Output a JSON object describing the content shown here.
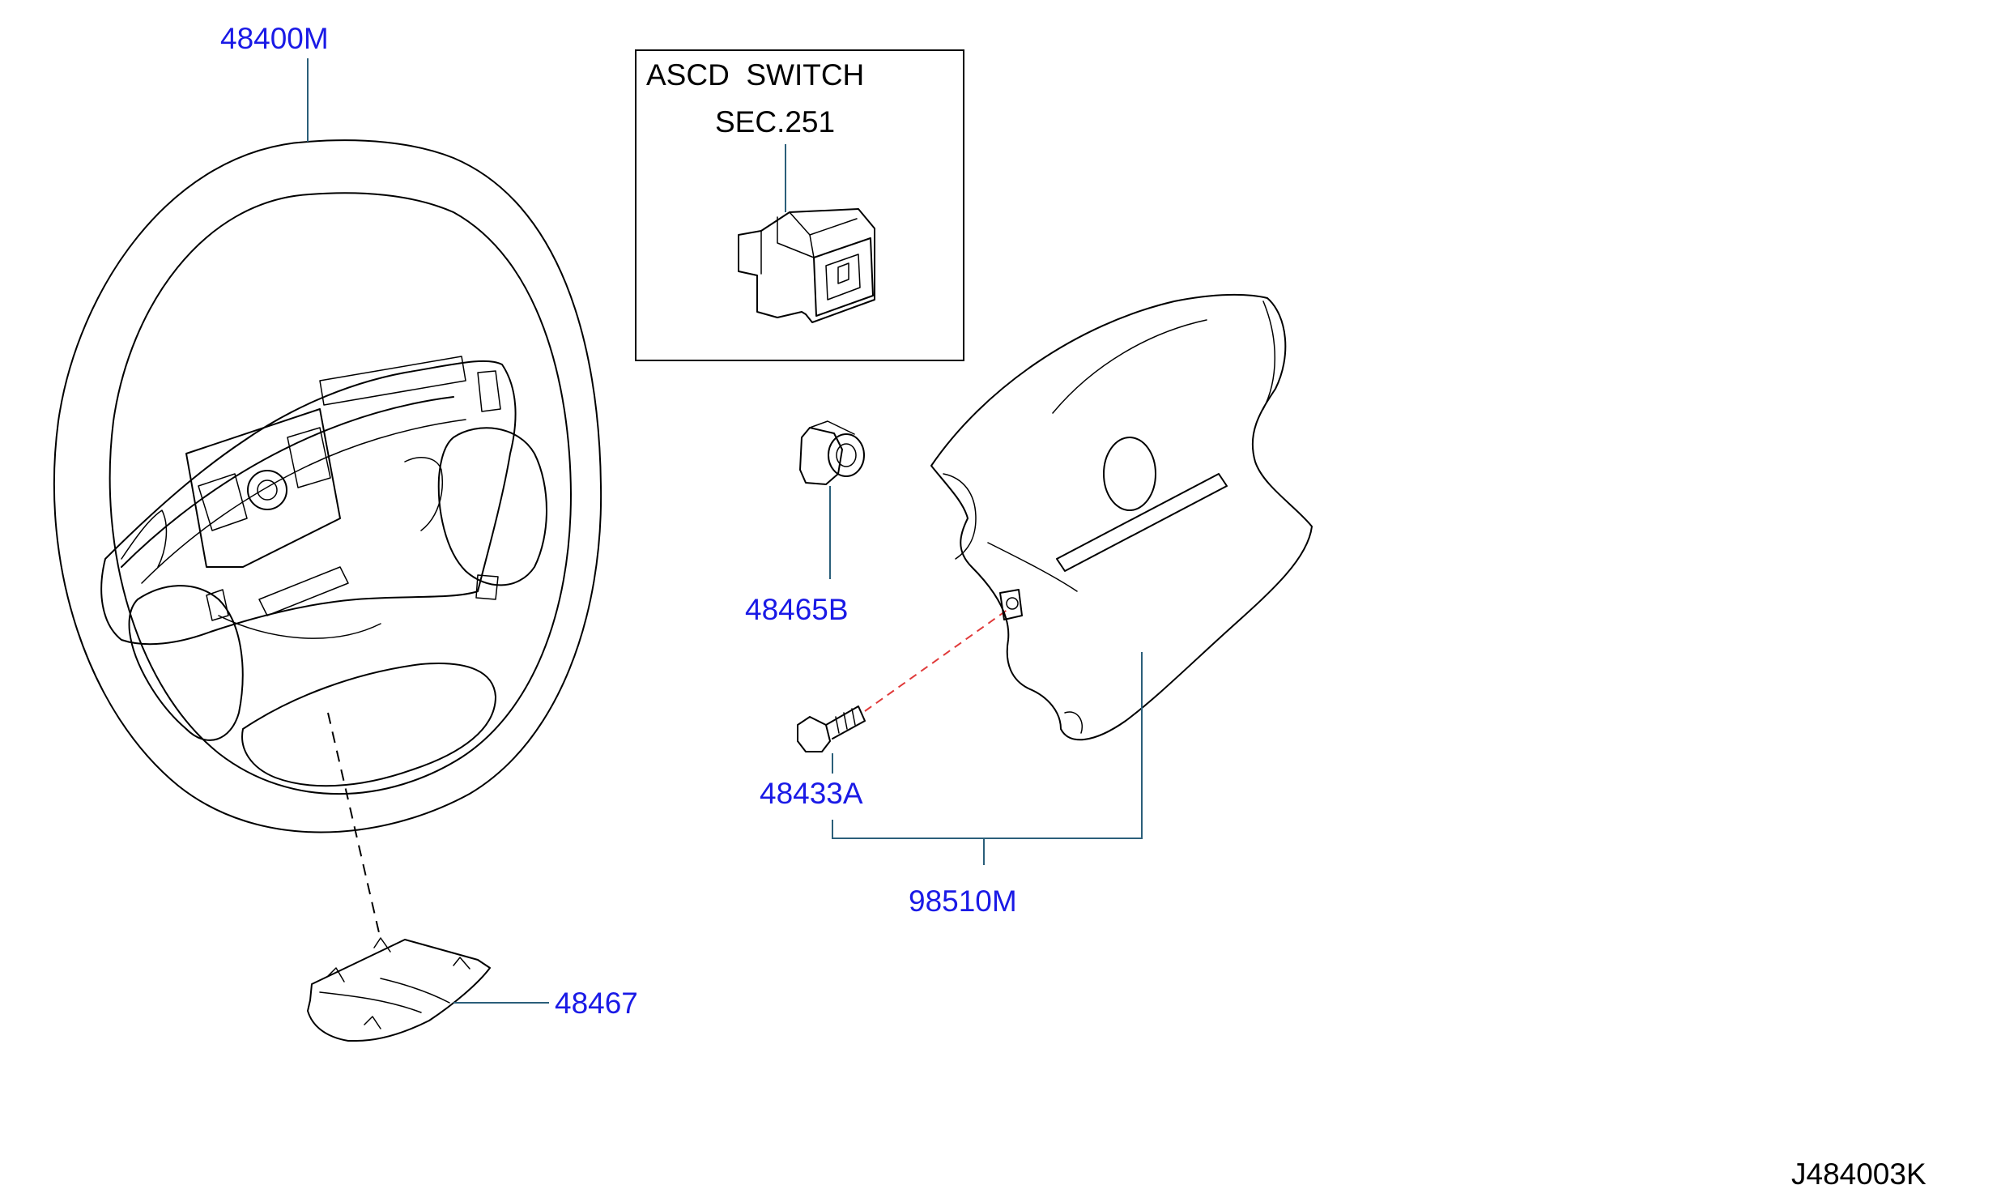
{
  "parts": [
    {
      "id": "48400M",
      "label": "48400M",
      "name": "steering-wheel"
    },
    {
      "id": "48467",
      "label": "48467",
      "name": "lower-cover"
    },
    {
      "id": "48465B",
      "label": "48465B",
      "name": "nut"
    },
    {
      "id": "48433A",
      "label": "48433A",
      "name": "bolt"
    },
    {
      "id": "98510M",
      "label": "98510M",
      "name": "airbag-module"
    }
  ],
  "inset": {
    "title": "ASCD  SWITCH",
    "section": "SEC.251"
  },
  "diagram_code": "J484003K",
  "colors": {
    "part_number": "#1a1ae6",
    "leader_line": "#2b5f7a",
    "line_art": "#000000",
    "hidden_line": "#e03a3a"
  }
}
